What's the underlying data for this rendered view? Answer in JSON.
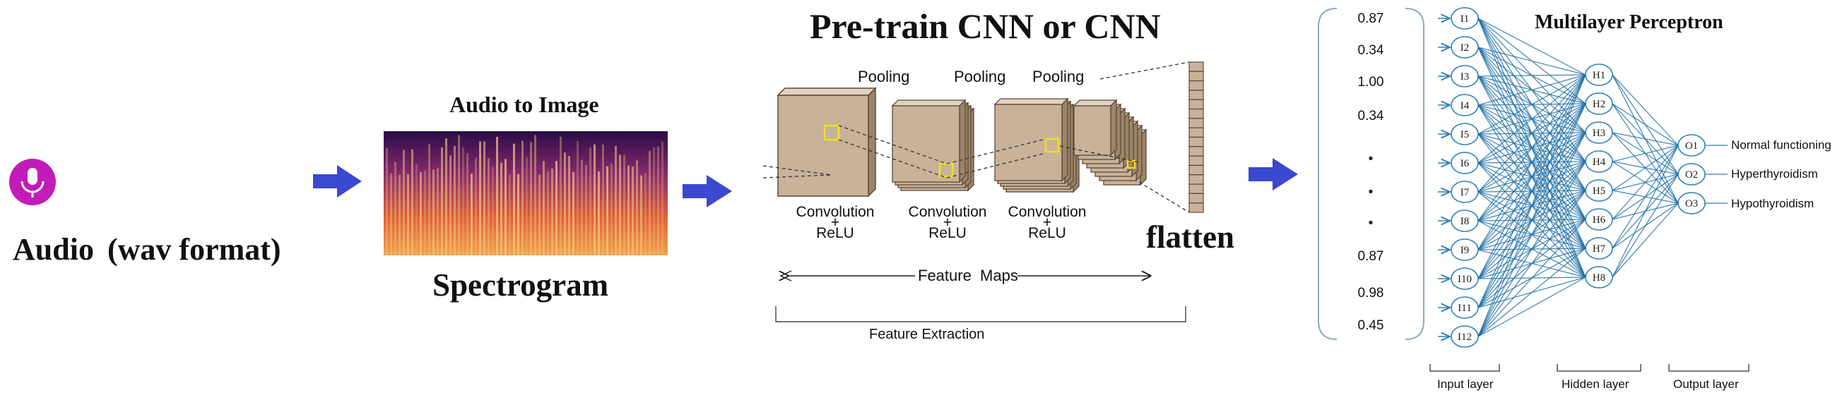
{
  "audio": {
    "label": "Audio",
    "format": "(wav format)",
    "icon": "microphone-icon"
  },
  "spectrogram": {
    "title": "Audio to Image",
    "label": "Spectrogram"
  },
  "cnn": {
    "title": "Pre-train CNN or CNN",
    "pooling": [
      "Pooling",
      "Pooling",
      "Pooling"
    ],
    "conv": [
      {
        "line1": "Convolution",
        "plus": "+",
        "line2": "ReLU"
      },
      {
        "line1": "Convolution",
        "plus": "+",
        "line2": "ReLU"
      },
      {
        "line1": "Convolution",
        "plus": "+",
        "line2": "ReLU"
      }
    ],
    "feature_maps": "Feature  Maps",
    "feature_extraction": "Feature Extraction",
    "flatten": "flatten"
  },
  "vector": {
    "values": [
      "0.87",
      "0.34",
      "1.00",
      "0.34",
      "•",
      "•",
      "•",
      "0.87",
      "0.98",
      "0.45"
    ]
  },
  "mlp": {
    "title": "Multilayer Perceptron",
    "inputs": [
      "I1",
      "I2",
      "I3",
      "I4",
      "I5",
      "I6",
      "I7",
      "I8",
      "I9",
      "I10",
      "I11",
      "I12"
    ],
    "hidden": [
      "H1",
      "H2",
      "H3",
      "H4",
      "H5",
      "H6",
      "H7",
      "H8"
    ],
    "outputs": [
      "O1",
      "O2",
      "O3"
    ],
    "output_labels": [
      "Normal functioning",
      "Hyperthyroidism",
      "Hypothyroidism"
    ],
    "layer_labels": [
      "Input layer",
      "Hidden layer",
      "Output layer"
    ]
  },
  "colors": {
    "arrow": "#3b48d0",
    "node_stroke": "#2f7fb8",
    "edge": "#1f6fa8",
    "cube_fill": "#c9b299",
    "mic": "#c21cb8"
  }
}
